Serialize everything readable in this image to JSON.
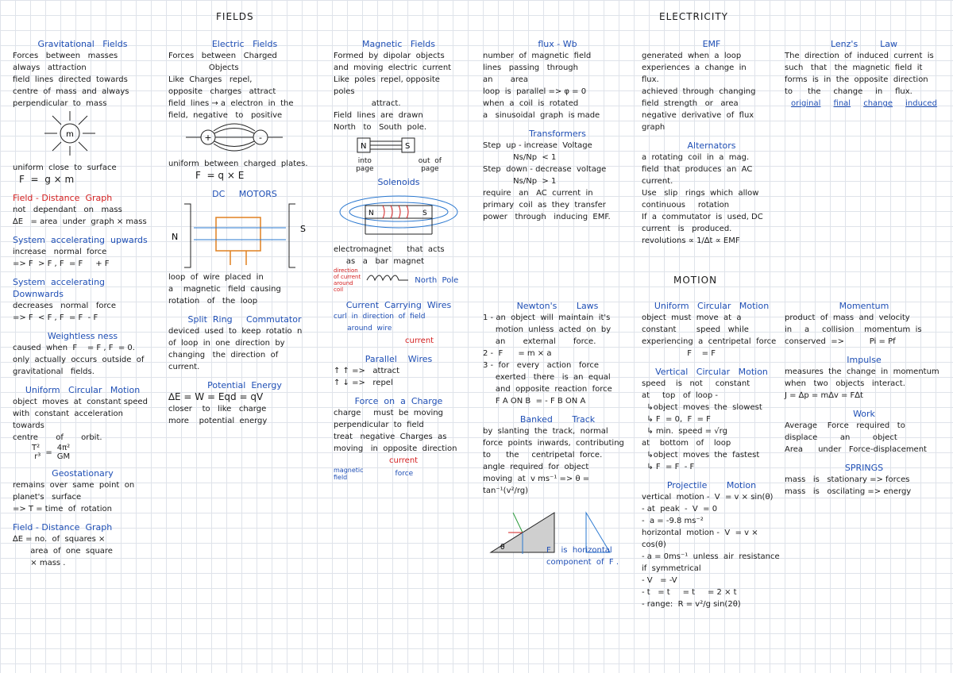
{
  "titles": {
    "fields": "FIELDS",
    "electricity": "ELECTRICITY"
  },
  "grav": {
    "h1": "Gravitational   Fields",
    "t1": "Forces   between   masses\nalways   attraction\nfield  lines  directed  towards\ncentre  of  mass  and  always\nperpendicular  to  mass",
    "m": "m",
    "t2": "uniform  close  to  surface",
    "f": "F  =  g × m",
    "h2": "Field - Distance  Graph",
    "t3": "not   dependant   on   mass\n∆E   = area  under  graph × mass",
    "h3": "System  accelerating  upwards",
    "t4": "increase   normal  force\n=> F  > F , F  = F     + F",
    "h4": "System  accelerating  Downwards",
    "t5": "decreases   normal   force\n=> F  < F , F  = F  - F",
    "h5": "Weightless ness",
    "t6": "caused  when  F    = F , F  = 0.\nonly  actually  occurs  outside  of\ngravitational   fields.",
    "h6": "Uniform   Circular   Motion",
    "t7": "object  moves  at  constant speed\nwith  constant  acceleration  towards\ncentre       of       orbit.",
    "kepler_l": "T²\n r³",
    "kepler_r": "4π²\nGM",
    "h7": "Geostationary",
    "t8": "remains  over  same  point  on\nplanet's   surface\n=> T = time  of  rotation",
    "h8": "Field - Distance  Graph",
    "t9": "∆E = no.  of  squares ×\n       area  of  one  square\n       × mass ."
  },
  "elec": {
    "h1": "Electric   Fields",
    "t1": "Forces   between   Charged\n                Objects\nLike  Charges   repel,\nopposite   charges   attract\nfield  lines → a  electron  in  the\nfield,  negative   to   positive",
    "plus": "+",
    "minus": "-",
    "t2": "uniform  between  charged  plates.",
    "fe": "F  = q × E",
    "h2": "DC     MOTORS",
    "n": "N",
    "s": "S",
    "t3": "loop  of  wire  placed  in\na    magnetic   field  causing\nrotation   of   the  loop",
    "h3": "Split  Ring     Commutator",
    "t4": "deviced  used  to  keep  rotatio  n\nof  loop  in  one  direction  by\nchanging   the  direction  of\ncurrent.",
    "h4": "Potential  Energy",
    "t5": "∆E = W = Eqd = qV",
    "t6": "closer    to   like   charge\nmore    potential  energy"
  },
  "mag": {
    "h1": "Magnetic   Fields",
    "t1": "Formed  by  dipolar  objects\nand  moving  electric  current\nLike  poles  repel, opposite  poles\n               attract.\nField  lines  are  drawn\nNorth   to   South  pole.",
    "n": "N",
    "s": "S",
    "into": "into\npage",
    "out": "out  of\npage",
    "h2": "Solenoids",
    "t2": "electromagnet      that  acts\n     as   a   bar  magnet",
    "dir_label": "direction\nof current\naround\ncoil",
    "north_pole": "North  Pole",
    "h3": "Current  Carrying  Wires",
    "t3": "curl  in  direction  of  field\n      around  wire",
    "current_lbl": "current",
    "h4": "Parallel    Wires",
    "t4": "↑ ↑ =>   attract\n↑ ↓ =>   repel",
    "h5": "Force  on  a  Charge",
    "t5": "charge     must  be  moving\nperpendicular  to  field\ntreat   negative  Charges  as\nmoving   in  opposite  direction",
    "mf_lbl": "magnetic\nfield",
    "force_lbl": "force",
    "cur2": "current"
  },
  "flux": {
    "h1": "flux - Wb",
    "t1": "number  of  magnetic  field\nlines   passing   through\nan       area\nloop  is  parallel => φ = 0\nwhen  a  coil  is  rotated\na   sinusoidal  graph  is made",
    "h2": "Transformers",
    "t2": "Step  up - increase  Voltage\n            Ns/Np  < 1\nStep  down - decrease  voltage\n            Ns/Np  > 1\nrequire   an   AC  current  in\nprimary  coil  as  they  transfer\npower   through   inducing  EMF."
  },
  "emf": {
    "h1": "EMF",
    "t1": "generated  when  a  loop\nexperiences  a  change  in\nflux.\nachieved  through  changing\nfield  strength   or   area\nnegative  derivative  of  flux  graph",
    "h2": "Alternators",
    "t2": "a  rotating  coil  in  a  mag.\nfield  that  produces  an  AC\ncurrent.\nUse   slip   rings  which  allow\ncontinuous     rotation\nIf  a  commutator  is  used, DC\ncurrent   is   produced.\nrevolutions ∝ 1/∆t ∝ EMF"
  },
  "lenz": {
    "h1": "Lenz's        Law",
    "t1": "The  direction  of  induced  current  is\nsuch   that   the  magnetic  field  it\nforms  is  in  the  opposite  direction\nto      the     change     in     flux.",
    "labels": [
      "original",
      "final",
      "change",
      "induced"
    ]
  },
  "motion_title": "MOTION",
  "newton": {
    "h1": "Newton's       Laws",
    "t1": "1 - an  object  will  maintain  it's\n     motion  unless  acted  on  by\n     an       external       force.\n2 -  F      = m × a\n3 -  for   every   action   force\n     exerted   there   is  an  equal\n     and  opposite  reaction  force\n     F A ON B  = - F B ON A",
    "h2": "Banked       Track",
    "t2": "by  slanting  the  track,  normal\nforce  points  inwards,  contributing\nto      the     centripetal  force.\nangle  required  for  object\nmoving  at  v ms⁻¹ => θ = tan⁻¹(v²/rg)",
    "fn": "F",
    "fnet": "F",
    "fg": "F",
    "theta": "θ",
    "caption": "F    is  horizontal\ncomponent  of  F ."
  },
  "circ": {
    "h1": "Uniform   Circular   Motion",
    "t1": "object  must  move  at  a\nconstant        speed   while\nexperiencing  a  centripetal  force\n                  F    = F",
    "h2": "Vertical   Circular   Motion",
    "t2": "speed    is   not     constant\nat     top   of  loop -\n  ↳object  moves  the  slowest\n  ↳ F  = 0,  F  = F\n  ↳ min.  speed = √rg\nat    bottom   of    loop\n  ↳object  moves  the  fastest\n  ↳ F  = F  - F",
    "h3": "Projectile       Motion",
    "t3": "vertical  motion -  V  = v × sin(θ)\n- at  peak  -  V  = 0\n-  a = -9.8 ms⁻²\nhorizontal  motion -  V  = v × cos(θ)\n- a = 0ms⁻¹  unless  air  resistance\nif  symmetrical\n- V   = -V\n- t   = t     = t     = 2 × t\n- range:  R = v²/g sin(2θ)"
  },
  "mom": {
    "h1": "Momentum",
    "t1": "product  of  mass  and  velocity\nin     a     collision    momentum  is\nconserved  =>          Pi = Pf",
    "h2": "Impulse",
    "t2": "measures  the  change  in  momentum\nwhen   two   objects   interact.\nJ = ∆p = m∆v = F∆t",
    "h3": "Work",
    "t3": "Average    Force   required   to\ndisplace         an         object\nArea      under   Force-displacement",
    "h4": "SPRINGS",
    "t4": "mass   is   stationary => forces\nmass   is   oscilating => energy"
  }
}
